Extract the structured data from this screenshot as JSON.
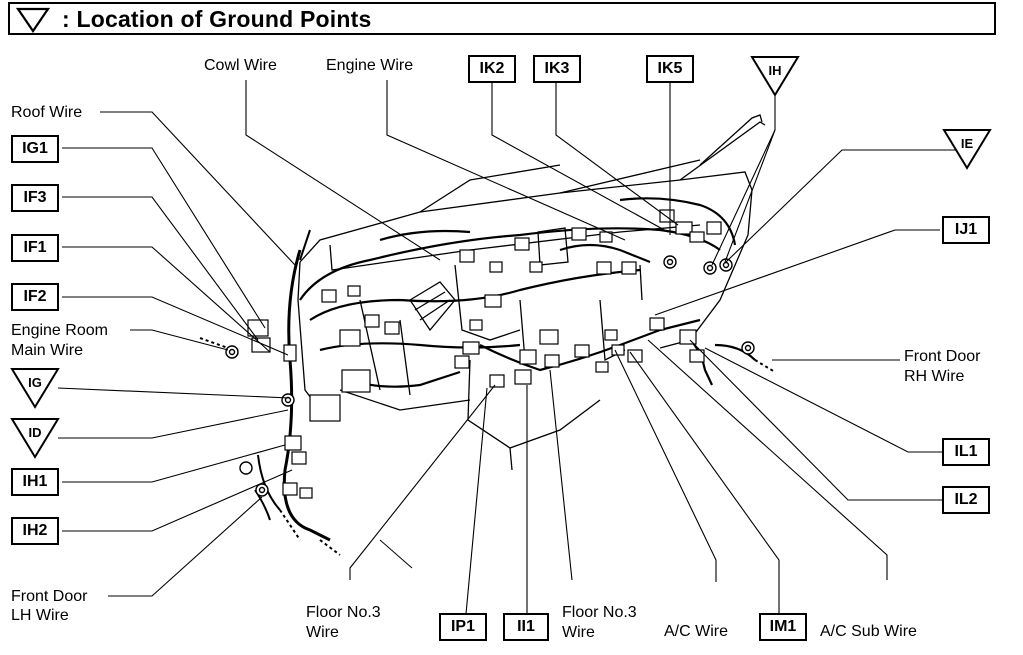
{
  "header": {
    "symbol": "▽",
    "title": ": Location of Ground Points"
  },
  "wire_labels": {
    "cowl": "Cowl Wire",
    "engine": "Engine Wire",
    "roof": "Roof Wire",
    "engine_room_main_1": "Engine Room",
    "engine_room_main_2": "Main Wire",
    "front_door_rh_1": "Front Door",
    "front_door_rh_2": "RH Wire",
    "front_door_lh_1": "Front Door",
    "front_door_lh_2": "LH Wire",
    "floor3_left_1": "Floor No.3",
    "floor3_left_2": "Wire",
    "floor3_right_1": "Floor No.3",
    "floor3_right_2": "Wire",
    "ac": "A/C Wire",
    "ac_sub": "A/C Sub Wire"
  },
  "connectors": {
    "ik2": "IK2",
    "ik3": "IK3",
    "ik5": "IK5",
    "ig1": "IG1",
    "if3": "IF3",
    "if1": "IF1",
    "if2": "IF2",
    "ih1": "IH1",
    "ih2": "IH2",
    "ij1": "IJ1",
    "il1": "IL1",
    "il2": "IL2",
    "ip1": "IP1",
    "ii1": "II1",
    "im1": "IM1"
  },
  "ground_points": {
    "ih": "IH",
    "ie": "IE",
    "ig": "IG",
    "id": "ID"
  }
}
